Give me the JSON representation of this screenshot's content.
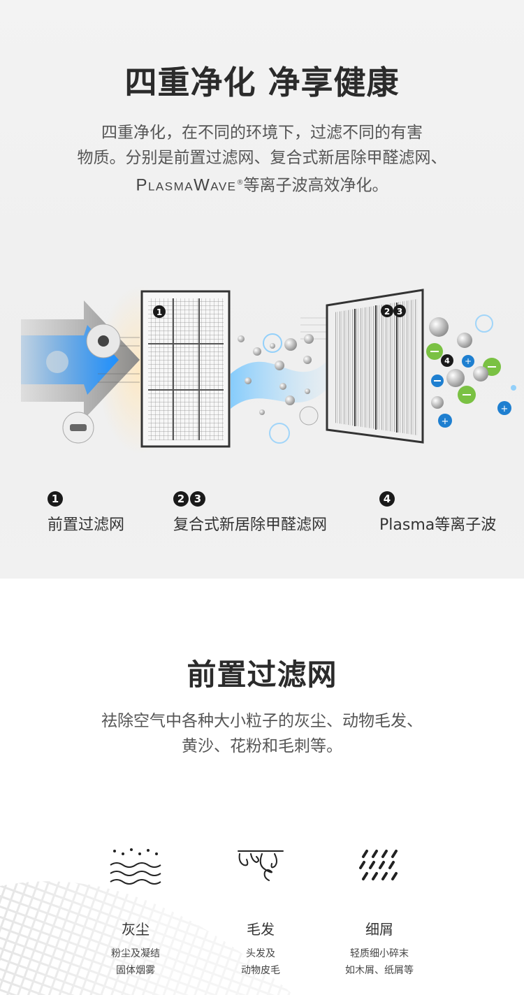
{
  "section1": {
    "title": "四重净化 净享健康",
    "desc_line1": "四重净化，在不同的环境下，过滤不同的有害",
    "desc_line2": "物质。分别是前置过滤网、复合式新居除甲醛滤网、",
    "desc_brand": "PlasmaWave",
    "desc_reg": "®",
    "desc_line3_rest": "等离子波高效净化。",
    "filter1_badge": "1",
    "filter2_badge_a": "2",
    "filter2_badge_b": "3",
    "ion_badge": "4",
    "features": [
      {
        "nums": [
          "1"
        ],
        "label": "前置过滤网"
      },
      {
        "nums": [
          "2",
          "3"
        ],
        "label": "复合式新居除甲醛滤网"
      },
      {
        "nums": [
          "4"
        ],
        "label": "Plasma等离子波"
      }
    ]
  },
  "section2": {
    "title": "前置过滤网",
    "desc_line1": "祛除空气中各种大小粒子的灰尘、动物毛发、",
    "desc_line2": "黄沙、花粉和毛刺等。",
    "items": [
      {
        "icon": "dust-icon",
        "name": "灰尘",
        "sub1": "粉尘及凝结",
        "sub2": "固体烟雾"
      },
      {
        "icon": "hair-icon",
        "name": "毛发",
        "sub1": "头发及",
        "sub2": "动物皮毛"
      },
      {
        "icon": "debris-icon",
        "name": "细屑",
        "sub1": "轻质细小碎末",
        "sub2": "如木屑、纸屑等"
      }
    ]
  },
  "colors": {
    "arrow_blue": "#1e90ff",
    "ion_green": "#7ac143",
    "ion_blue": "#1e7fd0",
    "heading": "#2b2b2b"
  }
}
